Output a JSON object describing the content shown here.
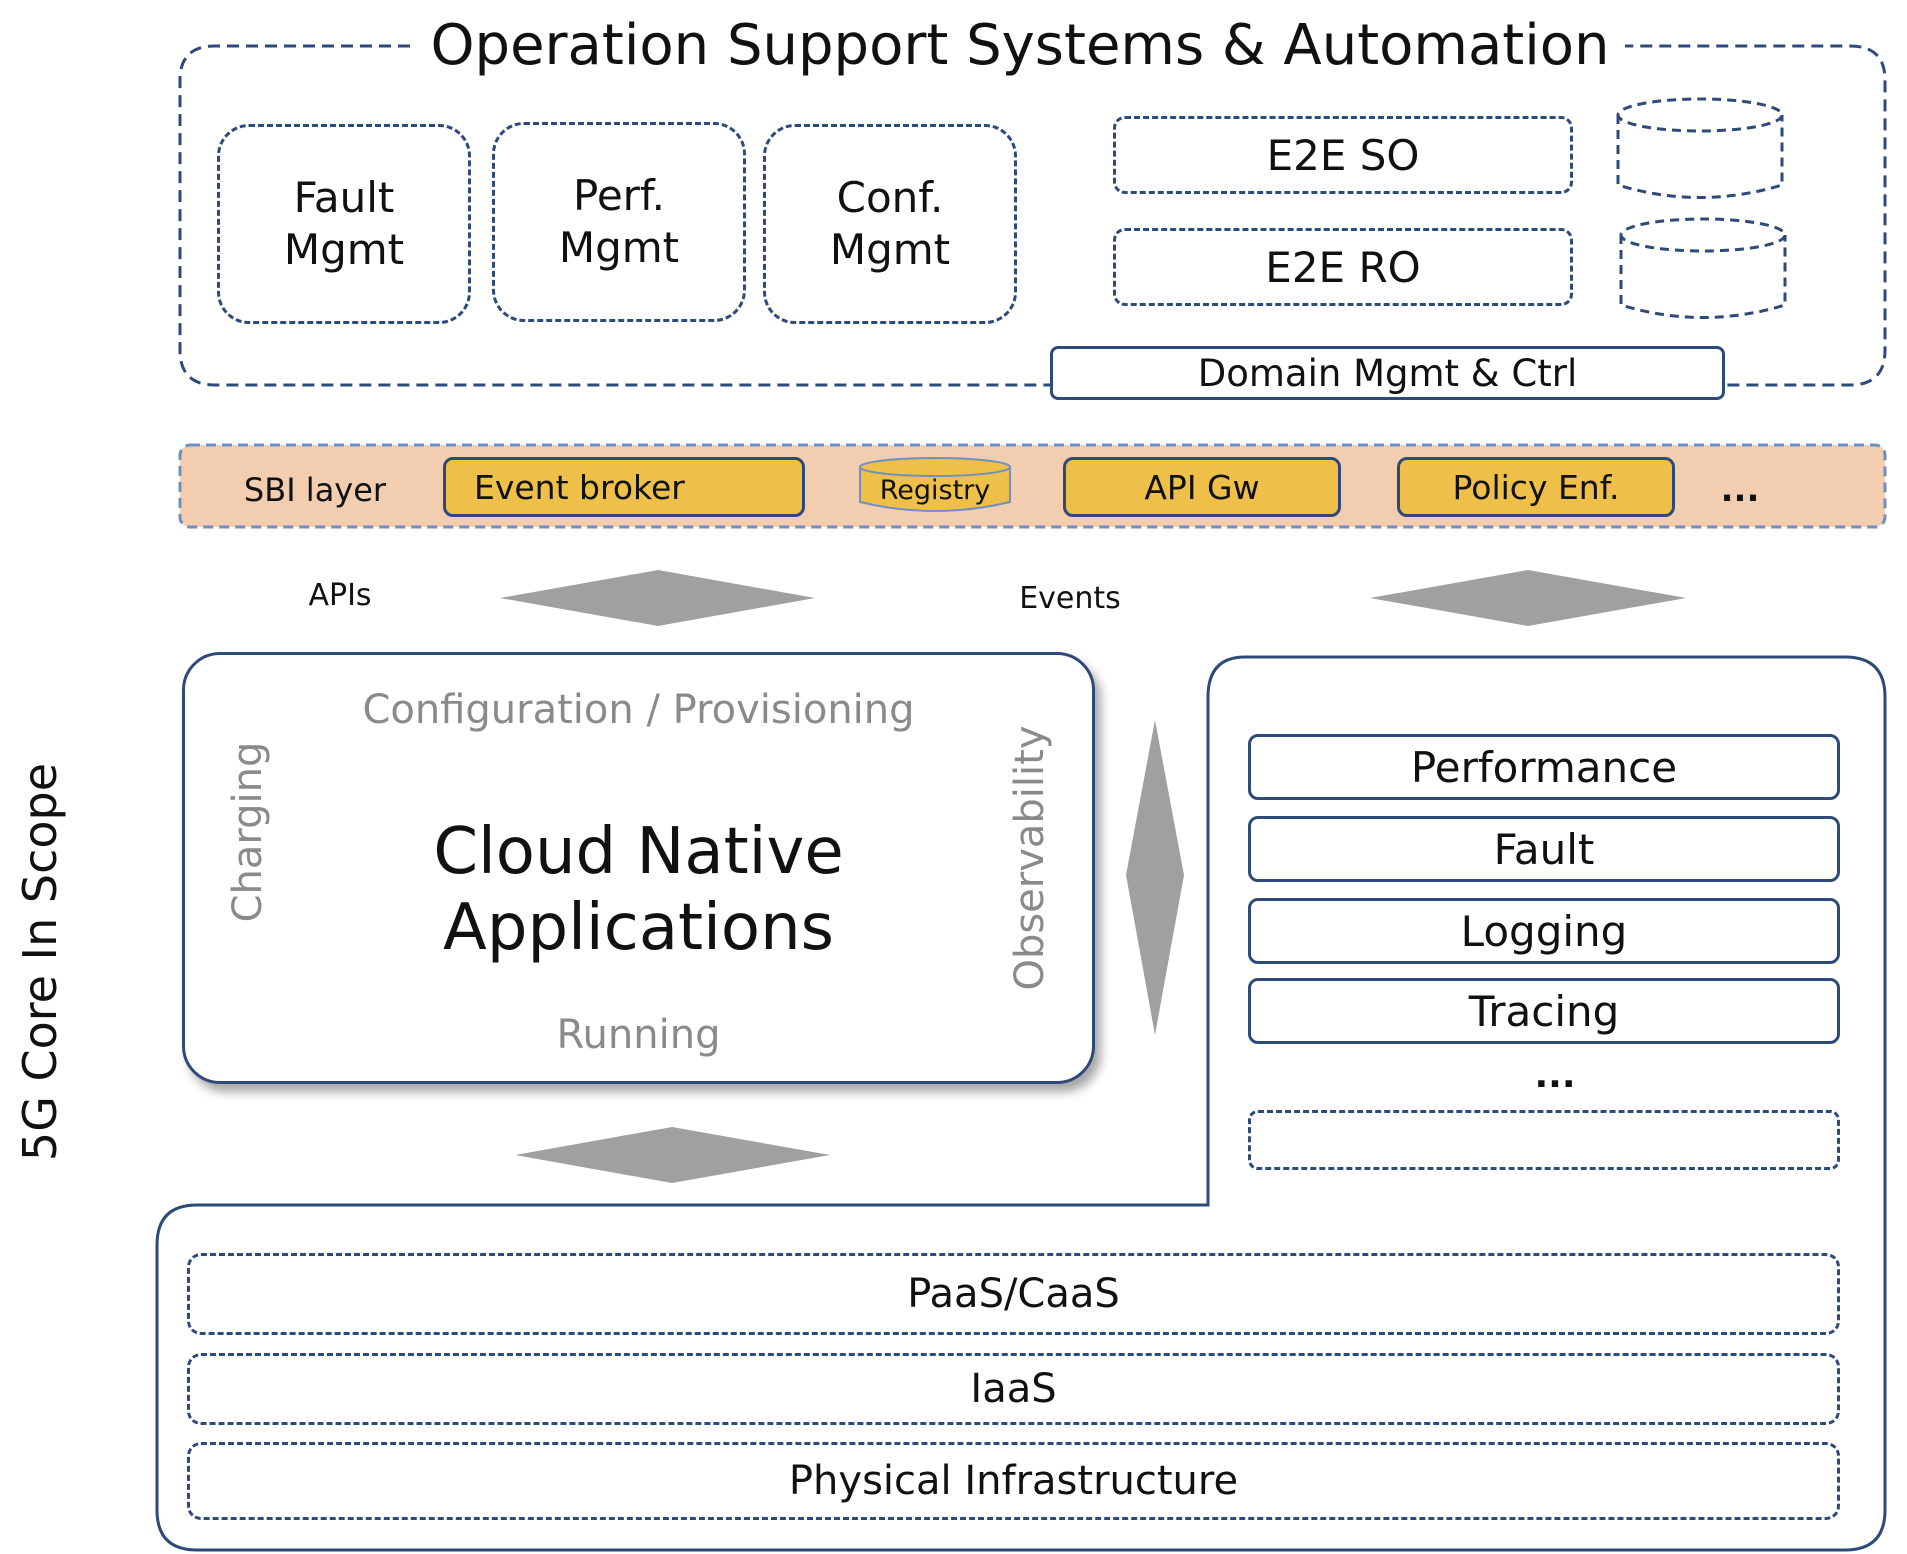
{
  "oss": {
    "title": "Operation Support Systems & Automation",
    "fault": [
      "Fault",
      "Mgmt"
    ],
    "perf": [
      "Perf.",
      "Mgmt"
    ],
    "conf": [
      "Conf.",
      "Mgmt"
    ],
    "e2e_so": "E2E SO",
    "e2e_ro": "E2E RO",
    "domain": "Domain Mgmt & Ctrl"
  },
  "sbi": {
    "label": "SBI layer",
    "event_broker": "Event broker",
    "registry": "Registry",
    "api_gw": "API Gw",
    "policy": "Policy Enf.",
    "more": "..."
  },
  "flows": {
    "apis": "APIs",
    "events": "Events"
  },
  "cna": {
    "title_line1": "Cloud Native",
    "title_line2": "Applications",
    "top": "Configuration / Provisioning",
    "bottom": "Running",
    "left": "Charging",
    "right": "Observability"
  },
  "observability": {
    "items": [
      "Performance",
      "Fault",
      "Logging",
      "Tracing"
    ],
    "more": "..."
  },
  "infra": {
    "paas": "PaaS/CaaS",
    "iaas": "IaaS",
    "physical": "Physical Infrastructure"
  },
  "side_label": "5G Core In Scope",
  "colors": {
    "border": "#2e4a7a",
    "sbi_band": "#f2cdb0",
    "gold": "#eec04a",
    "arrow": "#a0a0a0",
    "grey_text": "#8a8a8a"
  }
}
